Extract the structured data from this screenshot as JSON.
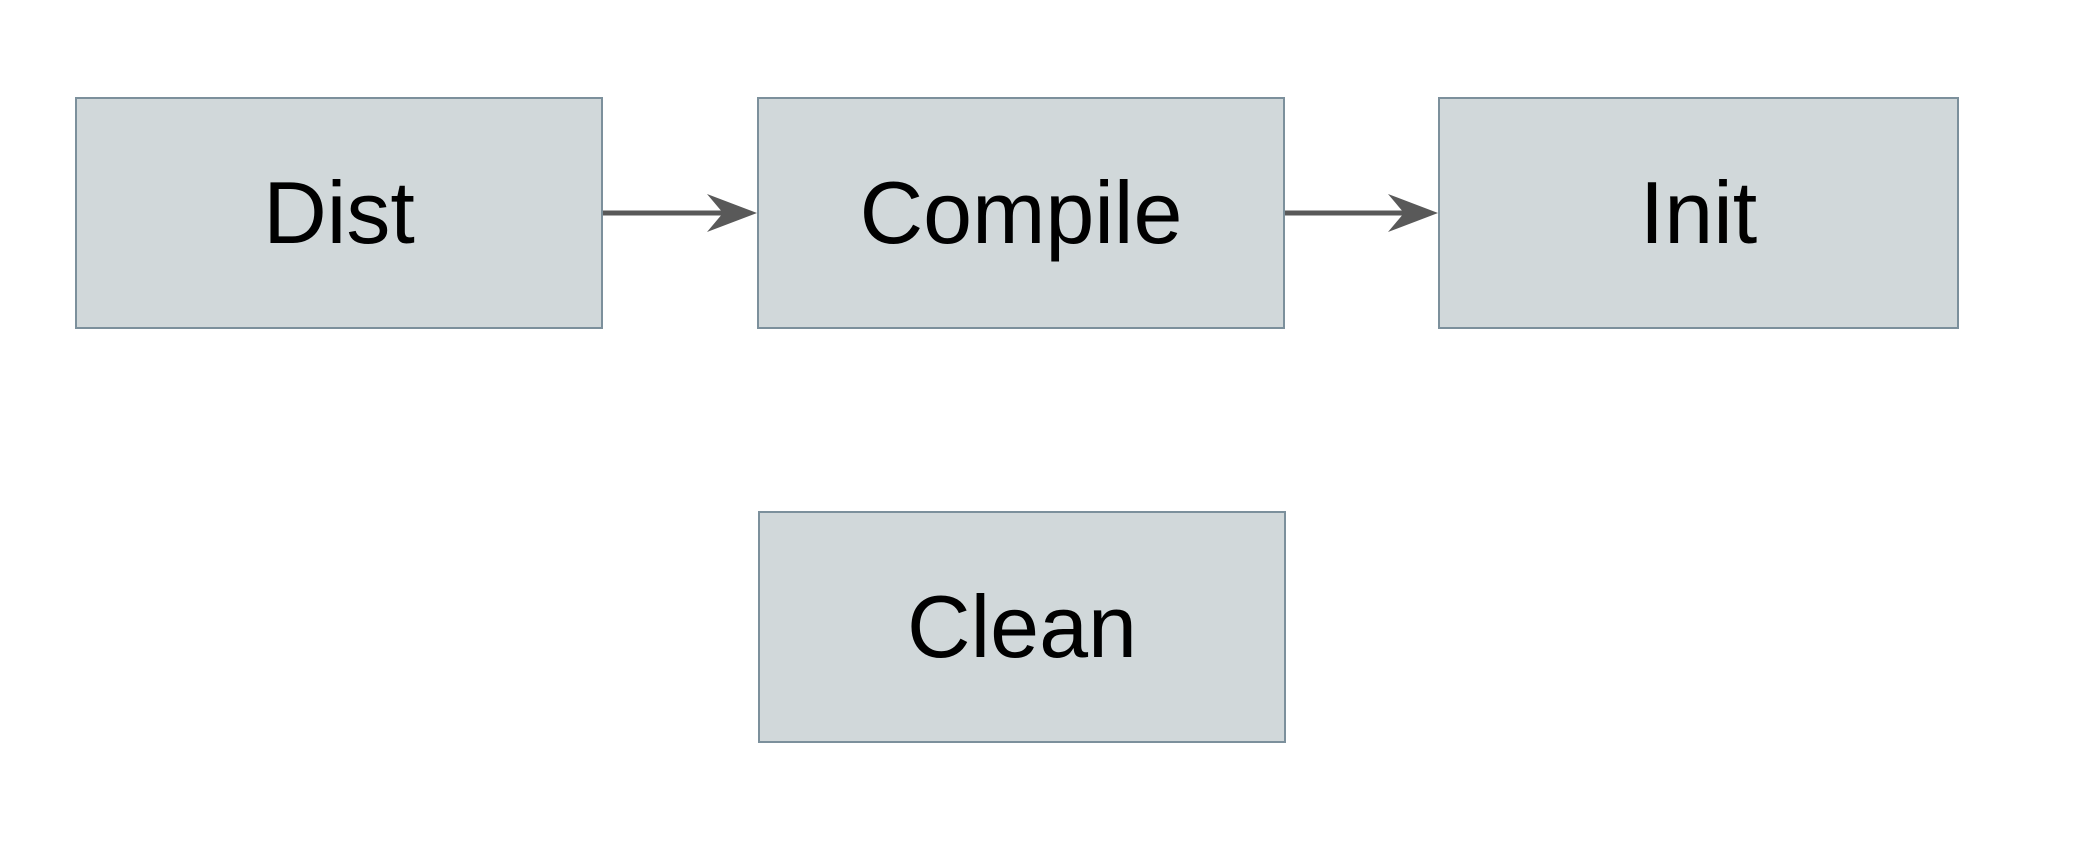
{
  "diagram": {
    "type": "flowchart",
    "colors": {
      "canvas_bg": "#ffffff",
      "node_fill": "#d1d8da",
      "node_border": "#7c909c",
      "arrow_color": "#595959",
      "text_color": "#000000"
    },
    "nodes": [
      {
        "id": "dist",
        "label": "Dist"
      },
      {
        "id": "compile",
        "label": "Compile"
      },
      {
        "id": "init",
        "label": "Init"
      },
      {
        "id": "clean",
        "label": "Clean"
      }
    ],
    "edges": [
      {
        "from": "Dist",
        "to": "Compile",
        "style": "solid-arrow-right"
      },
      {
        "from": "Compile",
        "to": "Init",
        "style": "solid-arrow-right"
      }
    ]
  }
}
